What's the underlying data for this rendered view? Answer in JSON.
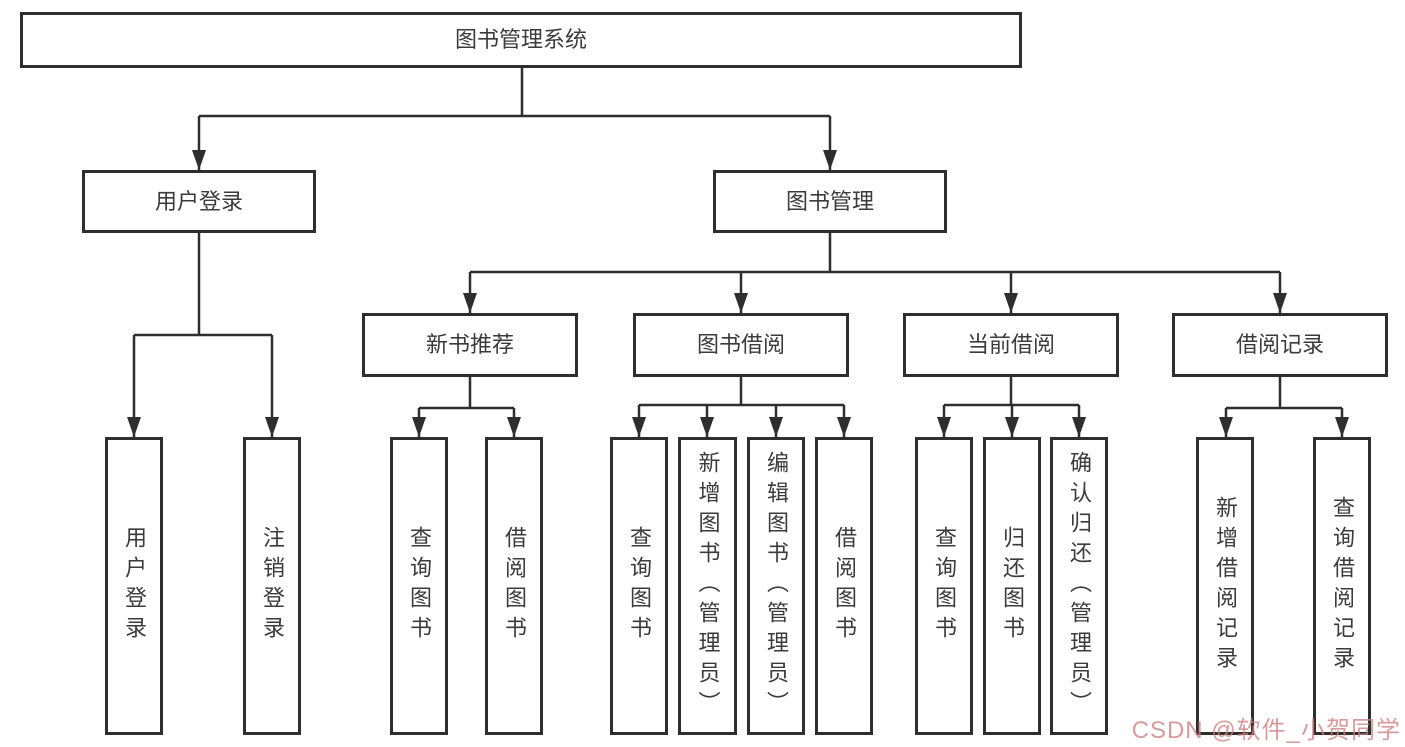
{
  "tree": {
    "label": "图书管理系统",
    "children": [
      {
        "label": "用户登录",
        "children": [
          {
            "label": "用户登录"
          },
          {
            "label": "注销登录"
          }
        ]
      },
      {
        "label": "图书管理",
        "children": [
          {
            "label": "新书推荐",
            "children": [
              {
                "label": "查询图书"
              },
              {
                "label": "借阅图书"
              }
            ]
          },
          {
            "label": "图书借阅",
            "children": [
              {
                "label": "查询图书"
              },
              {
                "label": "新增图书（管理员）"
              },
              {
                "label": "编辑图书（管理员）"
              },
              {
                "label": "借阅图书"
              }
            ]
          },
          {
            "label": "当前借阅",
            "children": [
              {
                "label": "查询图书"
              },
              {
                "label": "归还图书"
              },
              {
                "label": "确认归还（管理员）"
              }
            ]
          },
          {
            "label": "借阅记录",
            "children": [
              {
                "label": "新增借阅记录"
              },
              {
                "label": "查询借阅记录"
              }
            ]
          }
        ]
      }
    ]
  },
  "watermark": {
    "text": "CSDN @软件_小贺同学"
  },
  "colors": {
    "line": "#2e2e2e",
    "text": "#3b3b3b",
    "background": "#ffffff",
    "watermark": "#cd7d7d"
  }
}
